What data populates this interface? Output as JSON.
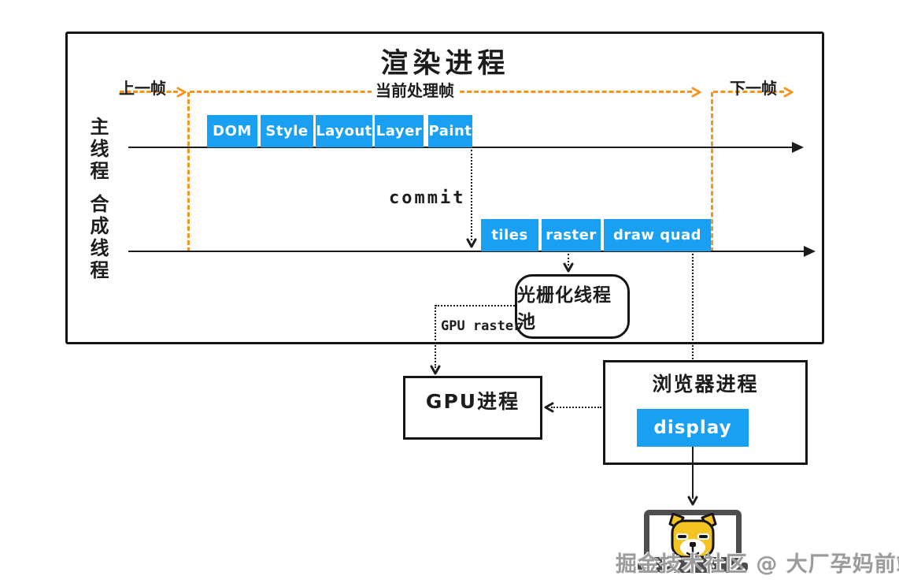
{
  "title": "渲染进程",
  "frames": {
    "prev": "上一帧",
    "current": "当前处理帧",
    "next": "下一帧"
  },
  "threads": {
    "main": "主线程",
    "compositor": "合成线程"
  },
  "main_stages": [
    "DOM",
    "Style",
    "Layout",
    "Layer",
    "Paint"
  ],
  "compositor_stages": [
    "tiles",
    "raster",
    "draw quad"
  ],
  "labels": {
    "commit": "commit",
    "gpu_raster": "GPU raster"
  },
  "boxes": {
    "raster_pool": "光栅化线程池",
    "gpu_process": "GPU进程",
    "browser_process": "浏览器进程",
    "display": "display"
  },
  "watermark": "掘金技术社区 @ 大厂孕妈前端",
  "colors": {
    "stage_blue": "#1AA0F2",
    "frame_orange": "#F7941E"
  }
}
